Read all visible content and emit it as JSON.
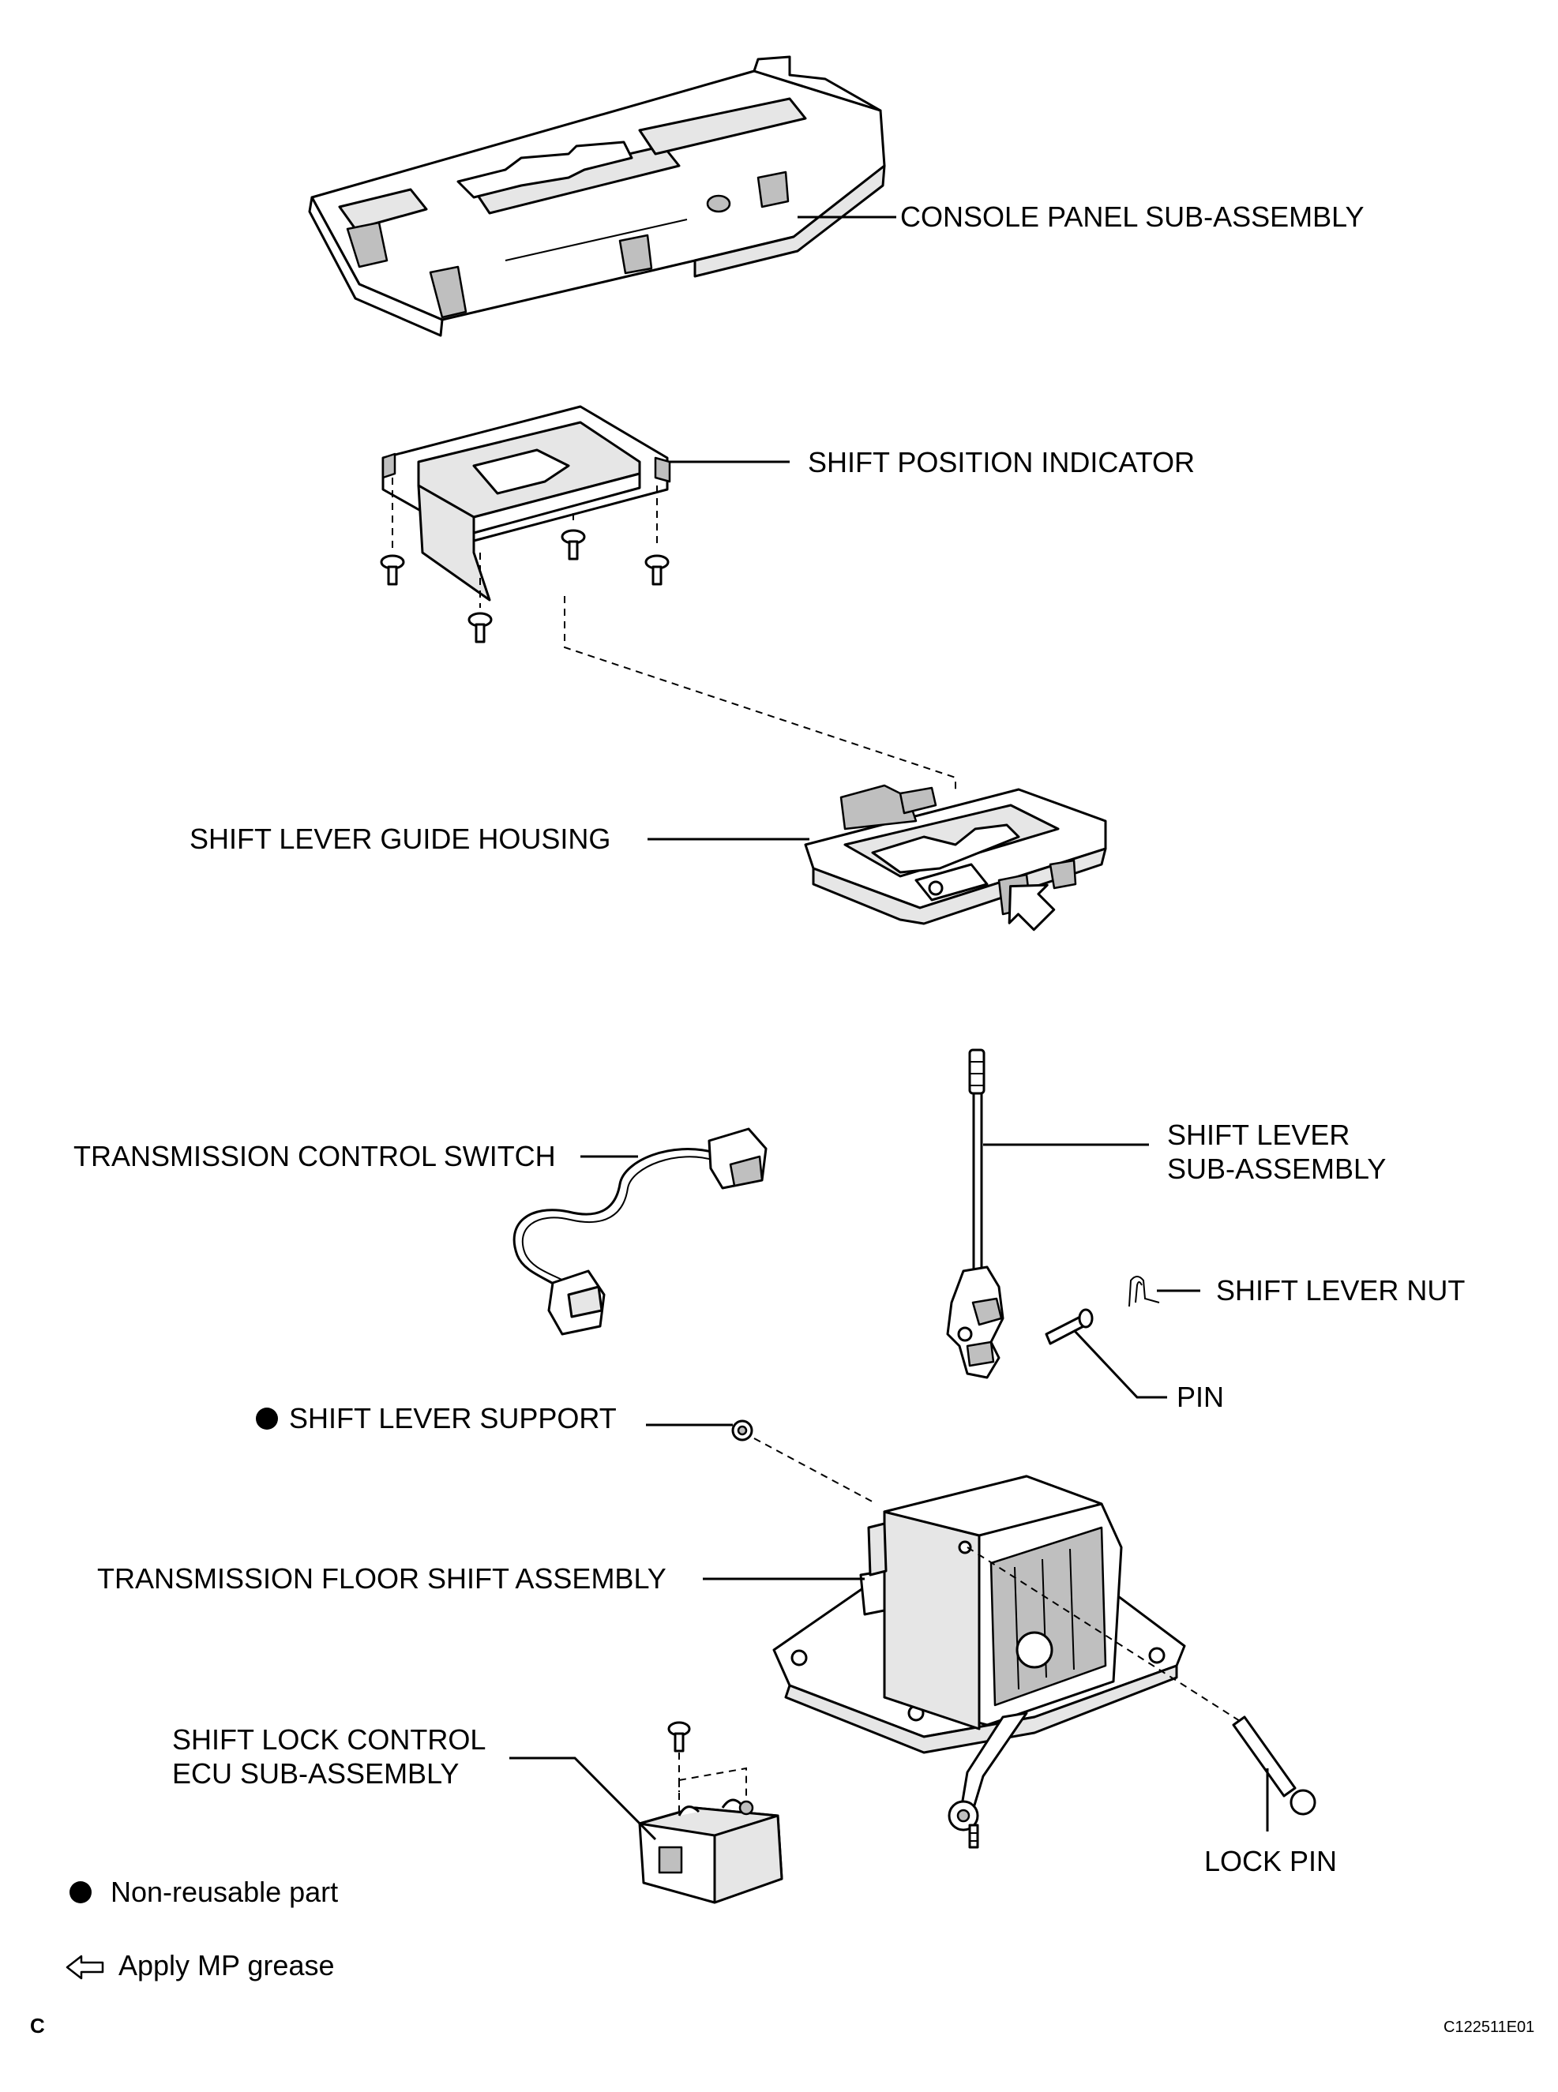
{
  "labels": {
    "console_panel": "CONSOLE PANEL SUB-ASSEMBLY",
    "shift_position_indicator": "SHIFT POSITION INDICATOR",
    "shift_lever_guide_housing": "SHIFT LEVER GUIDE HOUSING",
    "transmission_control_switch": "TRANSMISSION CONTROL SWITCH",
    "shift_lever_sub_line1": "SHIFT LEVER",
    "shift_lever_sub_line2": "SUB-ASSEMBLY",
    "shift_lever_nut": "SHIFT LEVER NUT",
    "pin": "PIN",
    "shift_lever_support": "SHIFT LEVER SUPPORT",
    "transmission_floor_shift": "TRANSMISSION FLOOR SHIFT ASSEMBLY",
    "shift_lock_ecu_line1": "SHIFT LOCK CONTROL",
    "shift_lock_ecu_line2": "ECU SUB-ASSEMBLY",
    "lock_pin": "LOCK PIN"
  },
  "legend": {
    "non_reusable": "Non-reusable part",
    "apply_grease": "Apply MP grease"
  },
  "footer": {
    "corner_letter": "C",
    "figure_code": "C122511E01"
  }
}
